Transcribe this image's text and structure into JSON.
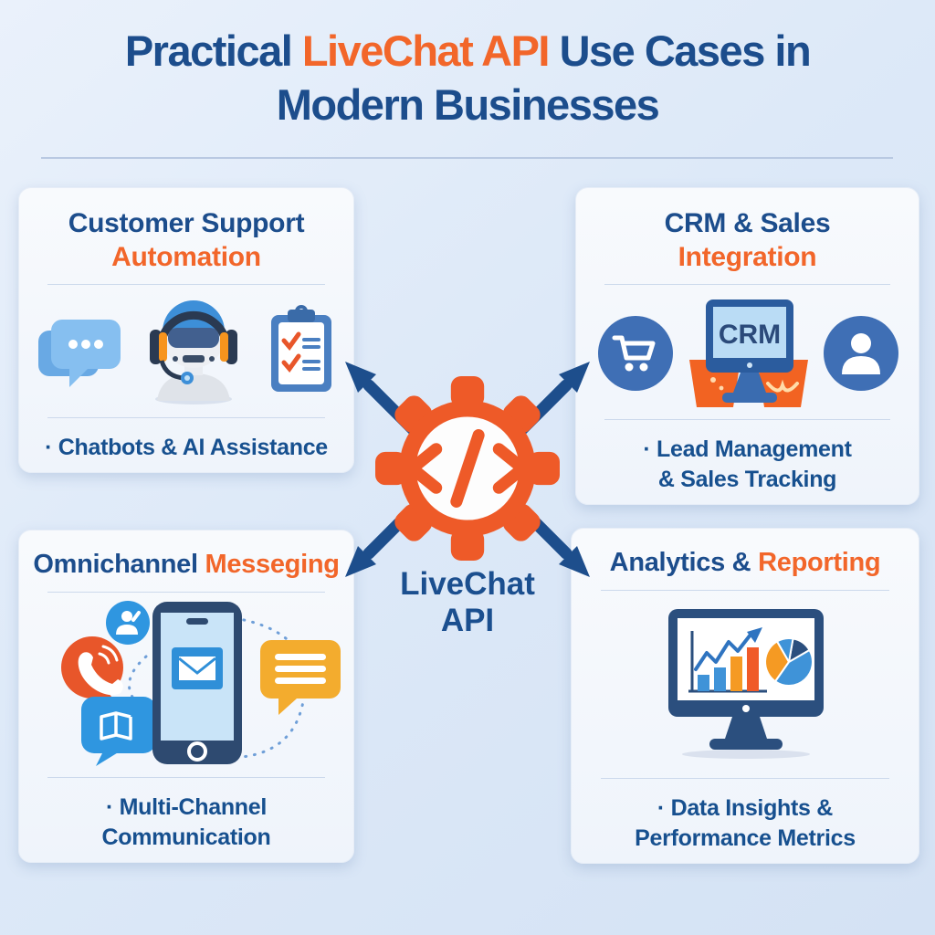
{
  "header": {
    "title_line1_blue": "Practical",
    "title_line1_accent": "LiveChat API",
    "title_line1_rest": "Use Cases in",
    "title_line2": "Modern Businesses"
  },
  "center": {
    "icon": "code-gear-icon",
    "label_line1": "LiveChat",
    "label_line2": "API"
  },
  "cards": {
    "customer_support": {
      "title_blue": "Customer Support",
      "title_accent": "Automation",
      "icons": [
        "chat-dots-icon",
        "support-robot-icon",
        "checklist-clipboard-icon"
      ],
      "bullet_line1": "· Chatbots & AI Assistance"
    },
    "crm_sales": {
      "title_blue": "CRM & Sales",
      "title_accent": "Integration",
      "icons": [
        "cart-badge-icon",
        "crm-monitor-icon",
        "person-badge-icon"
      ],
      "monitor_label": "CRM",
      "bullet_line1": "· Lead Management",
      "bullet_line2": "& Sales Tracking"
    },
    "omnichannel": {
      "title_blue": "Omnichannel",
      "title_accent": "Messeging",
      "icons": [
        "person-chat-badge-icon",
        "phone-call-badge-icon",
        "book-chat-badge-icon",
        "smartphone-mail-icon",
        "text-chat-bubble-icon"
      ],
      "bullet_line1": "· Multi-Channel",
      "bullet_line2": "Communication"
    },
    "analytics": {
      "title_blue": "Analytics &",
      "title_accent": "Reporting",
      "icons": [
        "analytics-monitor-icon",
        "bar-chart-icon",
        "trend-arrow-icon",
        "pie-chart-icon"
      ],
      "bullet_line1": "· Data Insights &",
      "bullet_line2": "Performance Metrics"
    }
  },
  "colors": {
    "navy_text": "#1c4d8c",
    "accent_orange": "#f2662a",
    "gear_orange": "#ee5a28",
    "arrow_blue": "#1d4e8c",
    "background": "#dde9f8",
    "card_background": "#f6f9fd",
    "badge_blue": "#3f6fb5",
    "bright_blue": "#2f96e0",
    "bubble_yellow": "#f3ac2e",
    "bubble_red": "#e8562a"
  }
}
